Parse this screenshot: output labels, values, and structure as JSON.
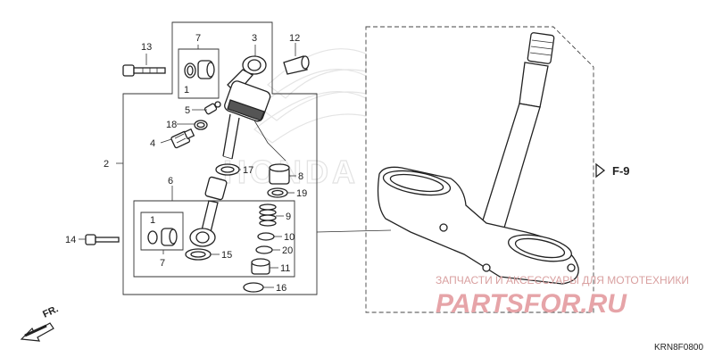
{
  "callouts": {
    "c1a": "1",
    "c1b": "1",
    "c2": "2",
    "c3": "3",
    "c4": "4",
    "c5": "5",
    "c6": "6",
    "c7a": "7",
    "c7b": "7",
    "c8": "8",
    "c9": "9",
    "c10": "10",
    "c11": "11",
    "c12": "12",
    "c13": "13",
    "c14": "14",
    "c15": "15",
    "c16": "16",
    "c17": "17",
    "c18": "18",
    "c19": "19",
    "c20": "20"
  },
  "reference": {
    "label": "F-9"
  },
  "direction": {
    "label": "FR."
  },
  "watermark": {
    "caption": "ЗАПЧАСТИ И АКСЕССУАРЫ ДЛЯ МОТОТЕХНИКИ",
    "logo": "PARTSFOR.RU",
    "brand": "HONDA"
  },
  "diagram_code": "KRN8F0800",
  "colors": {
    "line": "#222222",
    "watermark": "#e6a4a8",
    "background": "#ffffff"
  }
}
